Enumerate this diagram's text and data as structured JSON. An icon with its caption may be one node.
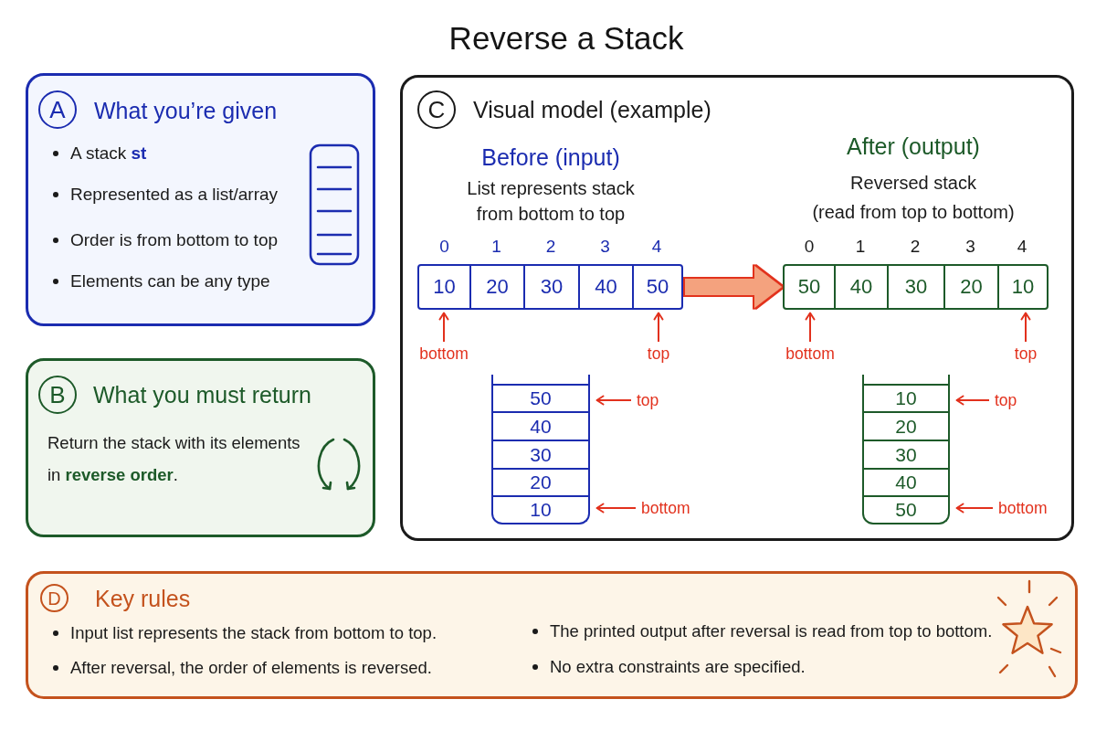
{
  "diagram": {
    "title": "Reverse a Stack",
    "nodes": [
      {
        "text": [
          "What you’re given",
          "A stack **st**",
          "Represented as a list/array",
          "Order is from bottom to top",
          "Elements can be any type"
        ]
      },
      {
        "text": [
          "A"
        ],
        "in": 0
      },
      {
        "text": [
          "What you must return",
          "Return the stack with its elements in **reverse order**."
        ]
      },
      {
        "text": [
          "B"
        ],
        "in": 2
      },
      {
        "text": [
          "Visual model (example)",
          "Before (input)",
          "List represents stack from bottom to top",
          "After (output)",
          "Reversed stack",
          "(read from top to bottom)"
        ]
      },
      {
        "text": [
          "C"
        ],
        "in": 4
      },
      {
        "text": [],
        "shape": "box",
        "in": 4
      },
      {
        "text": [
          "10"
        ],
        "in": 6,
        "beside": [
          "0"
        ]
      },
      {
        "text": [
          "20"
        ],
        "in": 6,
        "beside": [
          "1"
        ]
      },
      {
        "text": [
          "30"
        ],
        "in": 6,
        "beside": [
          "2"
        ]
      },
      {
        "text": [
          "40"
        ],
        "in": 6,
        "beside": [
          "3"
        ]
      },
      {
        "text": [
          "50"
        ],
        "in": 6,
        "beside": [
          "4"
        ]
      },
      {
        "text": [
          "bottom"
        ],
        "in": 4
      },
      {
        "text": [
          "top"
        ],
        "in": 4
      },
      {
        "text": [],
        "shape": "box",
        "in": 4
      },
      {
        "text": [
          "50"
        ],
        "in": 14
      },
      {
        "text": [
          "40"
        ],
        "in": 14
      },
      {
        "text": [
          "30"
        ],
        "in": 14
      },
      {
        "text": [
          "20"
        ],
        "in": 14
      },
      {
        "text": [
          "10"
        ],
        "in": 14
      },
      {
        "text": [
          "top"
        ],
        "in": 4
      },
      {
        "text": [
          "bottom"
        ],
        "in": 4
      },
      {
        "text": [],
        "shape": "box",
        "in": 4
      },
      {
        "text": [
          "50"
        ],
        "in": 22,
        "beside": [
          "0"
        ]
      },
      {
        "text": [
          "40"
        ],
        "in": 22,
        "beside": [
          "1"
        ]
      },
      {
        "text": [
          "30"
        ],
        "in": 22,
        "beside": [
          "2"
        ]
      },
      {
        "text": [
          "20"
        ],
        "in": 22,
        "beside": [
          "3"
        ]
      },
      {
        "text": [
          "10"
        ],
        "in": 22,
        "beside": [
          "4"
        ]
      },
      {
        "text": [
          "bottom"
        ],
        "in": 4
      },
      {
        "text": [
          "top"
        ],
        "in": 4
      },
      {
        "text": [],
        "shape": "box",
        "in": 4
      },
      {
        "text": [
          "10"
        ],
        "in": 30
      },
      {
        "text": [
          "20"
        ],
        "in": 30
      },
      {
        "text": [
          "30"
        ],
        "in": 30
      },
      {
        "text": [
          "40"
        ],
        "in": 30
      },
      {
        "text": [
          "50"
        ],
        "in": 30
      },
      {
        "text": [
          "top"
        ],
        "in": 4
      },
      {
        "text": [
          "bottom"
        ],
        "in": 4
      },
      {
        "text": [
          "Key rules",
          "Input list represents the stack from bottom to top.",
          "After reversal, the order of elements is reversed.",
          "The printed output after reversal is read from top to bottom.",
          "No extra constraints are specified."
        ]
      },
      {
        "text": [
          "D"
        ],
        "in": 38
      }
    ],
    "edges": [
      {
        "from": 12,
        "to": 7,
        "arrow": "to"
      },
      {
        "from": 13,
        "to": 11,
        "arrow": "to"
      },
      {
        "from": 20,
        "to": 15,
        "arrow": "to"
      },
      {
        "from": 21,
        "to": 19,
        "arrow": "to"
      },
      {
        "from": 6,
        "to": 22,
        "arrow": "to",
        "style": "thick",
        "color": "#f4a27e"
      },
      {
        "from": 28,
        "to": 23,
        "arrow": "to"
      },
      {
        "from": 29,
        "to": 27,
        "arrow": "to"
      },
      {
        "from": 36,
        "to": 31,
        "arrow": "to"
      },
      {
        "from": 37,
        "to": 35,
        "arrow": "to"
      }
    ]
  }
}
